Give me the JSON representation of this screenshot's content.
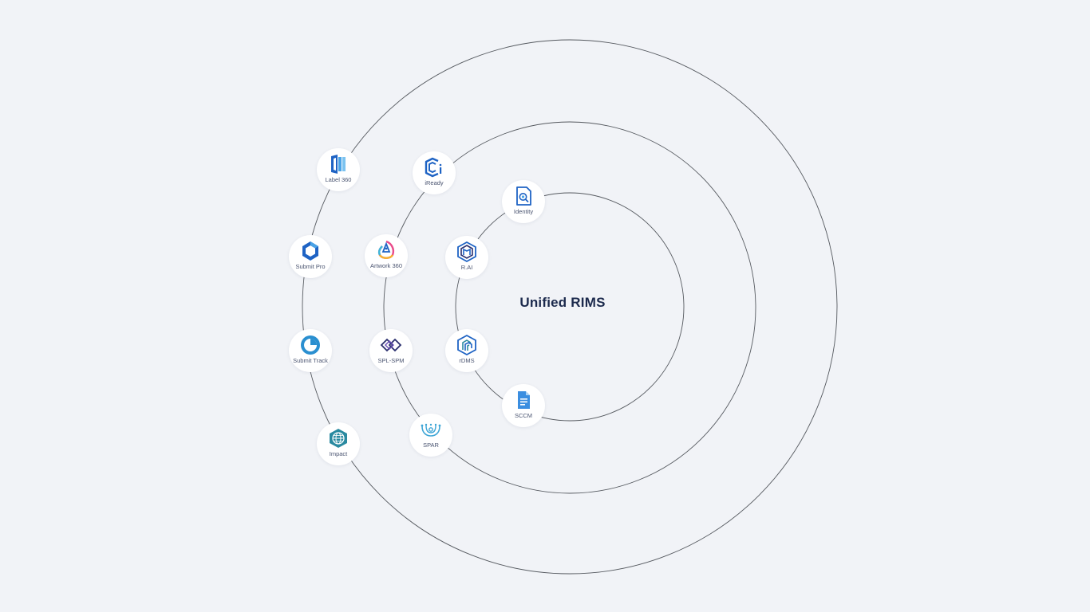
{
  "center": {
    "title": "Unified RIMS"
  },
  "products": {
    "label360": {
      "label": "Label 360",
      "icon": "label-360-logo-icon"
    },
    "submit_pro": {
      "label": "Submit Pro",
      "icon": "submit-pro-logo-icon"
    },
    "submit_track": {
      "label": "Submit Track",
      "icon": "submit-track-logo-icon"
    },
    "impact": {
      "label": "Impact",
      "icon": "impact-globe-logo-icon"
    },
    "iready": {
      "label": "iReady",
      "icon": "iready-logo-icon"
    },
    "artwork360": {
      "label": "Artwork 360",
      "icon": "artwork-360-logo-icon"
    },
    "spl_spm": {
      "label": "SPL-SPM",
      "icon": "spl-spm-logo-icon"
    },
    "spar": {
      "label": "SPAR",
      "icon": "spar-logo-icon"
    },
    "identity": {
      "label": "Identity",
      "icon": "identity-document-search-icon"
    },
    "rai": {
      "label": "R.AI",
      "icon": "rai-logo-icon"
    },
    "rdms": {
      "label": "rDMS",
      "icon": "rdms-logo-icon"
    },
    "sccm": {
      "label": "SCCM",
      "icon": "sccm-document-icon"
    }
  },
  "colors": {
    "background": "#f1f3f7",
    "ring_stroke": "#55595f",
    "title": "#1c2a4d",
    "primary_blue": "#1e63c4",
    "light_blue": "#4aa3e6",
    "navy": "#2a2f6e",
    "teal": "#2a8aa0"
  }
}
